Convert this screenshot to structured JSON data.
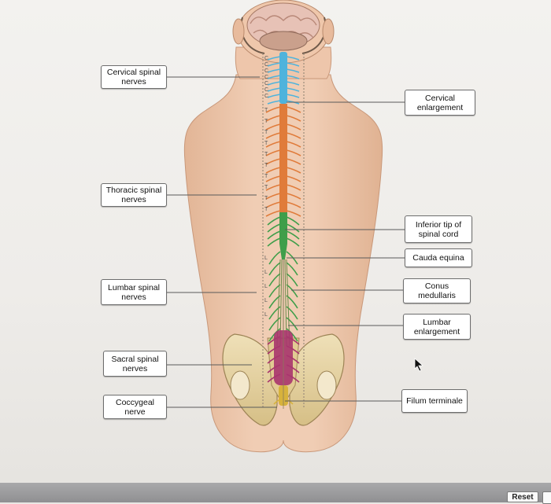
{
  "labels": {
    "cervical_spinal_nerves": "Cervical spinal\nnerves",
    "thoracic_spinal_nerves": "Thoracic spinal\nnerves",
    "lumbar_spinal_nerves": "Lumbar spinal\nnerves",
    "sacral_spinal_nerves": "Sacral spinal\nnerves",
    "coccygeal_nerve": "Coccygeal\nnerve",
    "cervical_enlargement": "Cervical\nenlargement",
    "inferior_tip": "Inferior tip of\nspinal cord",
    "cauda_equina": "Cauda equina",
    "conus_medullaris": "Conus\nmedullaris",
    "lumbar_enlargement": "Lumbar\nenlargement",
    "filum_terminale": "Filum terminale"
  },
  "segment_letters": {
    "cervical": "C",
    "thoracic": "T",
    "lumbar": "L"
  },
  "controls": {
    "reset_label": "Reset"
  },
  "colors": {
    "cervical": "#4fb3dc",
    "thoracic": "#e07b3a",
    "lumbar": "#3f9e4a",
    "sacral": "#a8356e",
    "coccygeal": "#d7b23c",
    "skin": "#edc7ad",
    "bone": "#e8d6a6"
  }
}
